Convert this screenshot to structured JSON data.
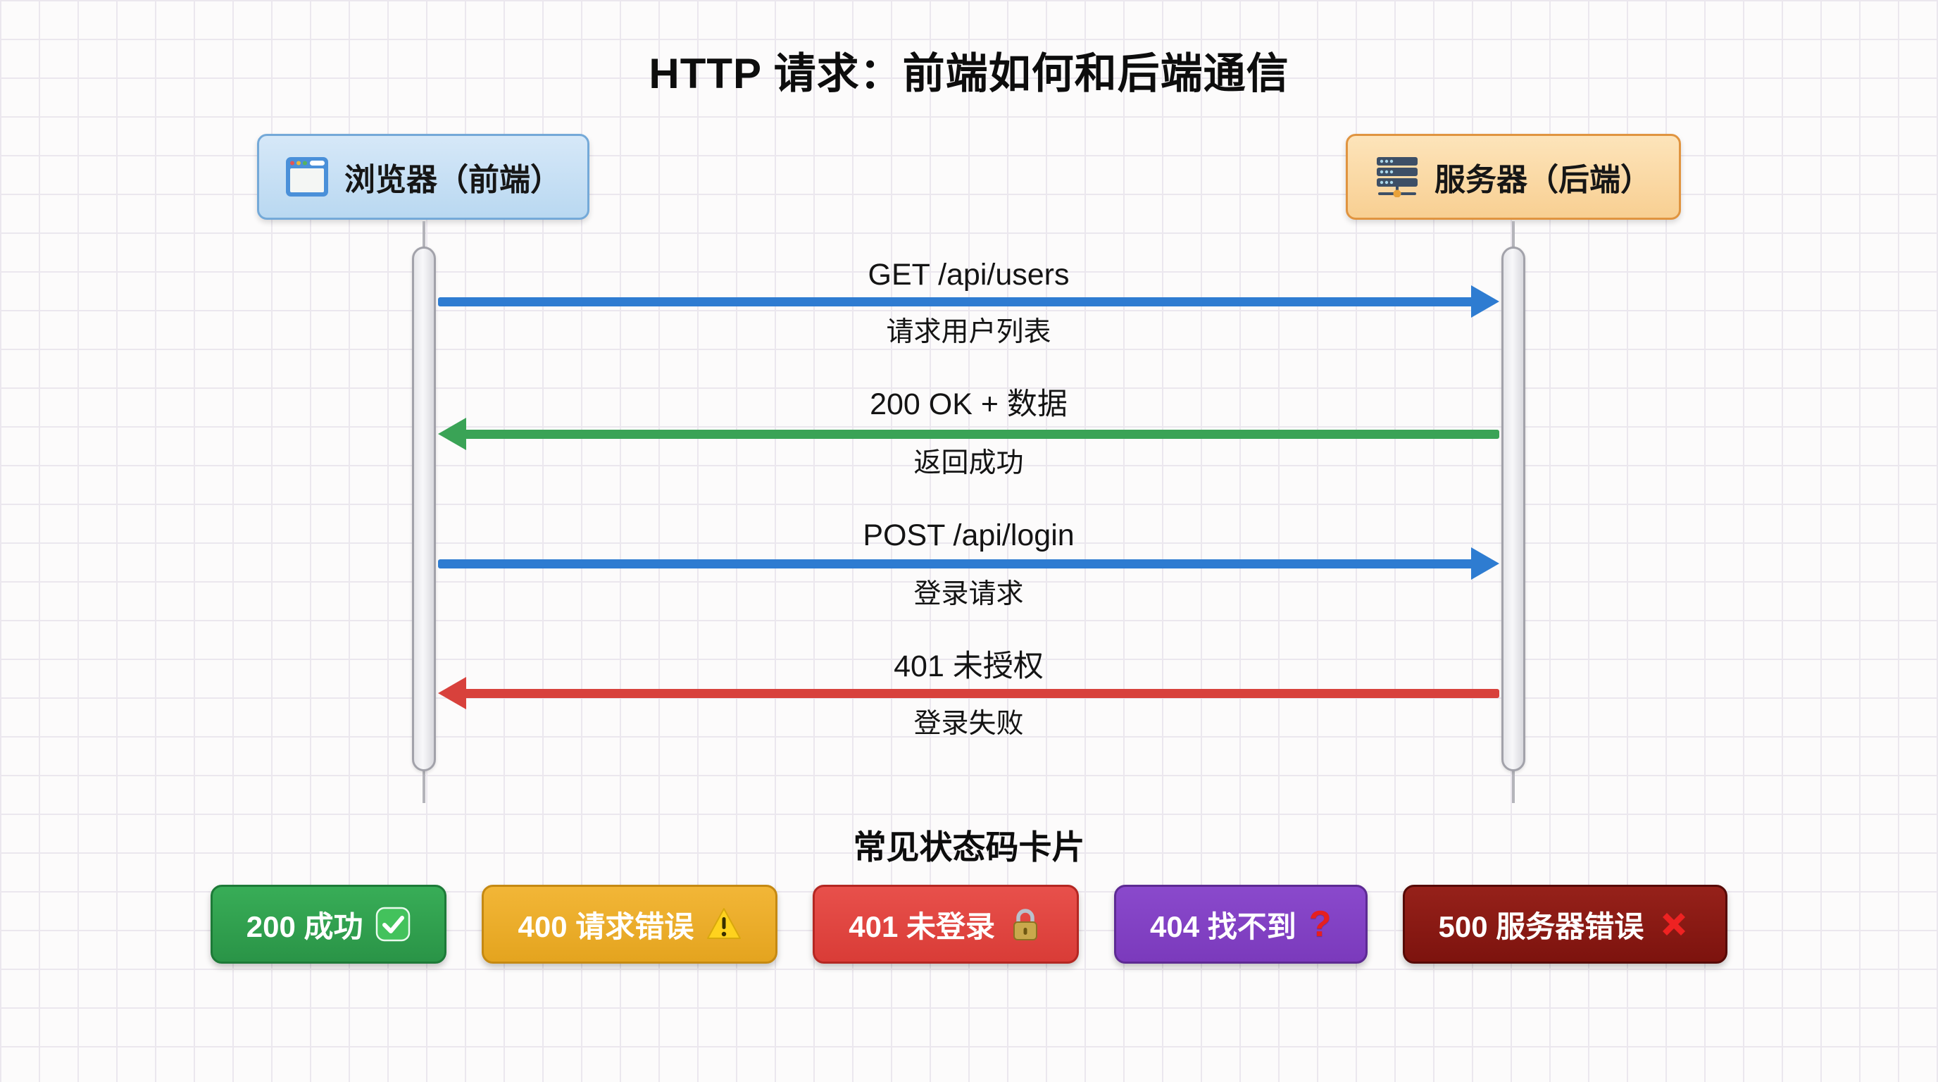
{
  "title": "HTTP 请求：前端如何和后端通信",
  "actors": {
    "browser": {
      "label": "浏览器（前端）",
      "icon": "browser-window-icon"
    },
    "server": {
      "label": "服务器（后端）",
      "icon": "server-rack-icon"
    }
  },
  "messages": [
    {
      "label": "GET /api/users",
      "sublabel": "请求用户列表",
      "direction": "right",
      "color": "#2e7cd1"
    },
    {
      "label": "200 OK + 数据",
      "sublabel": "返回成功",
      "direction": "left",
      "color": "#3aa356"
    },
    {
      "label": "POST /api/login",
      "sublabel": "登录请求",
      "direction": "right",
      "color": "#2e7cd1"
    },
    {
      "label": "401 未授权",
      "sublabel": "登录失败",
      "direction": "left",
      "color": "#d8413c"
    }
  ],
  "status_section": {
    "heading": "常见状态码卡片",
    "cards": [
      {
        "label": "200 成功",
        "icon": "check-icon",
        "bg": "#2ea44f"
      },
      {
        "label": "400 请求错误",
        "icon": "warning-icon",
        "bg": "#e9a827"
      },
      {
        "label": "401 未登录",
        "icon": "lock-icon",
        "bg": "#df4340"
      },
      {
        "label": "404 找不到",
        "icon": "question-icon",
        "bg": "#7d3fc1"
      },
      {
        "label": "500 服务器错误",
        "icon": "cross-icon",
        "bg": "#8b1a12"
      }
    ]
  },
  "colors": {
    "arrow_request": "#2e7cd1",
    "arrow_success": "#3aa356",
    "arrow_error": "#d8413c",
    "browser_box_bg": "#c9e1f6",
    "browser_box_border": "#74a9d8",
    "server_box_bg": "#fbd9a6",
    "server_box_border": "#e09440",
    "lifeline": "#a2a2aa"
  }
}
